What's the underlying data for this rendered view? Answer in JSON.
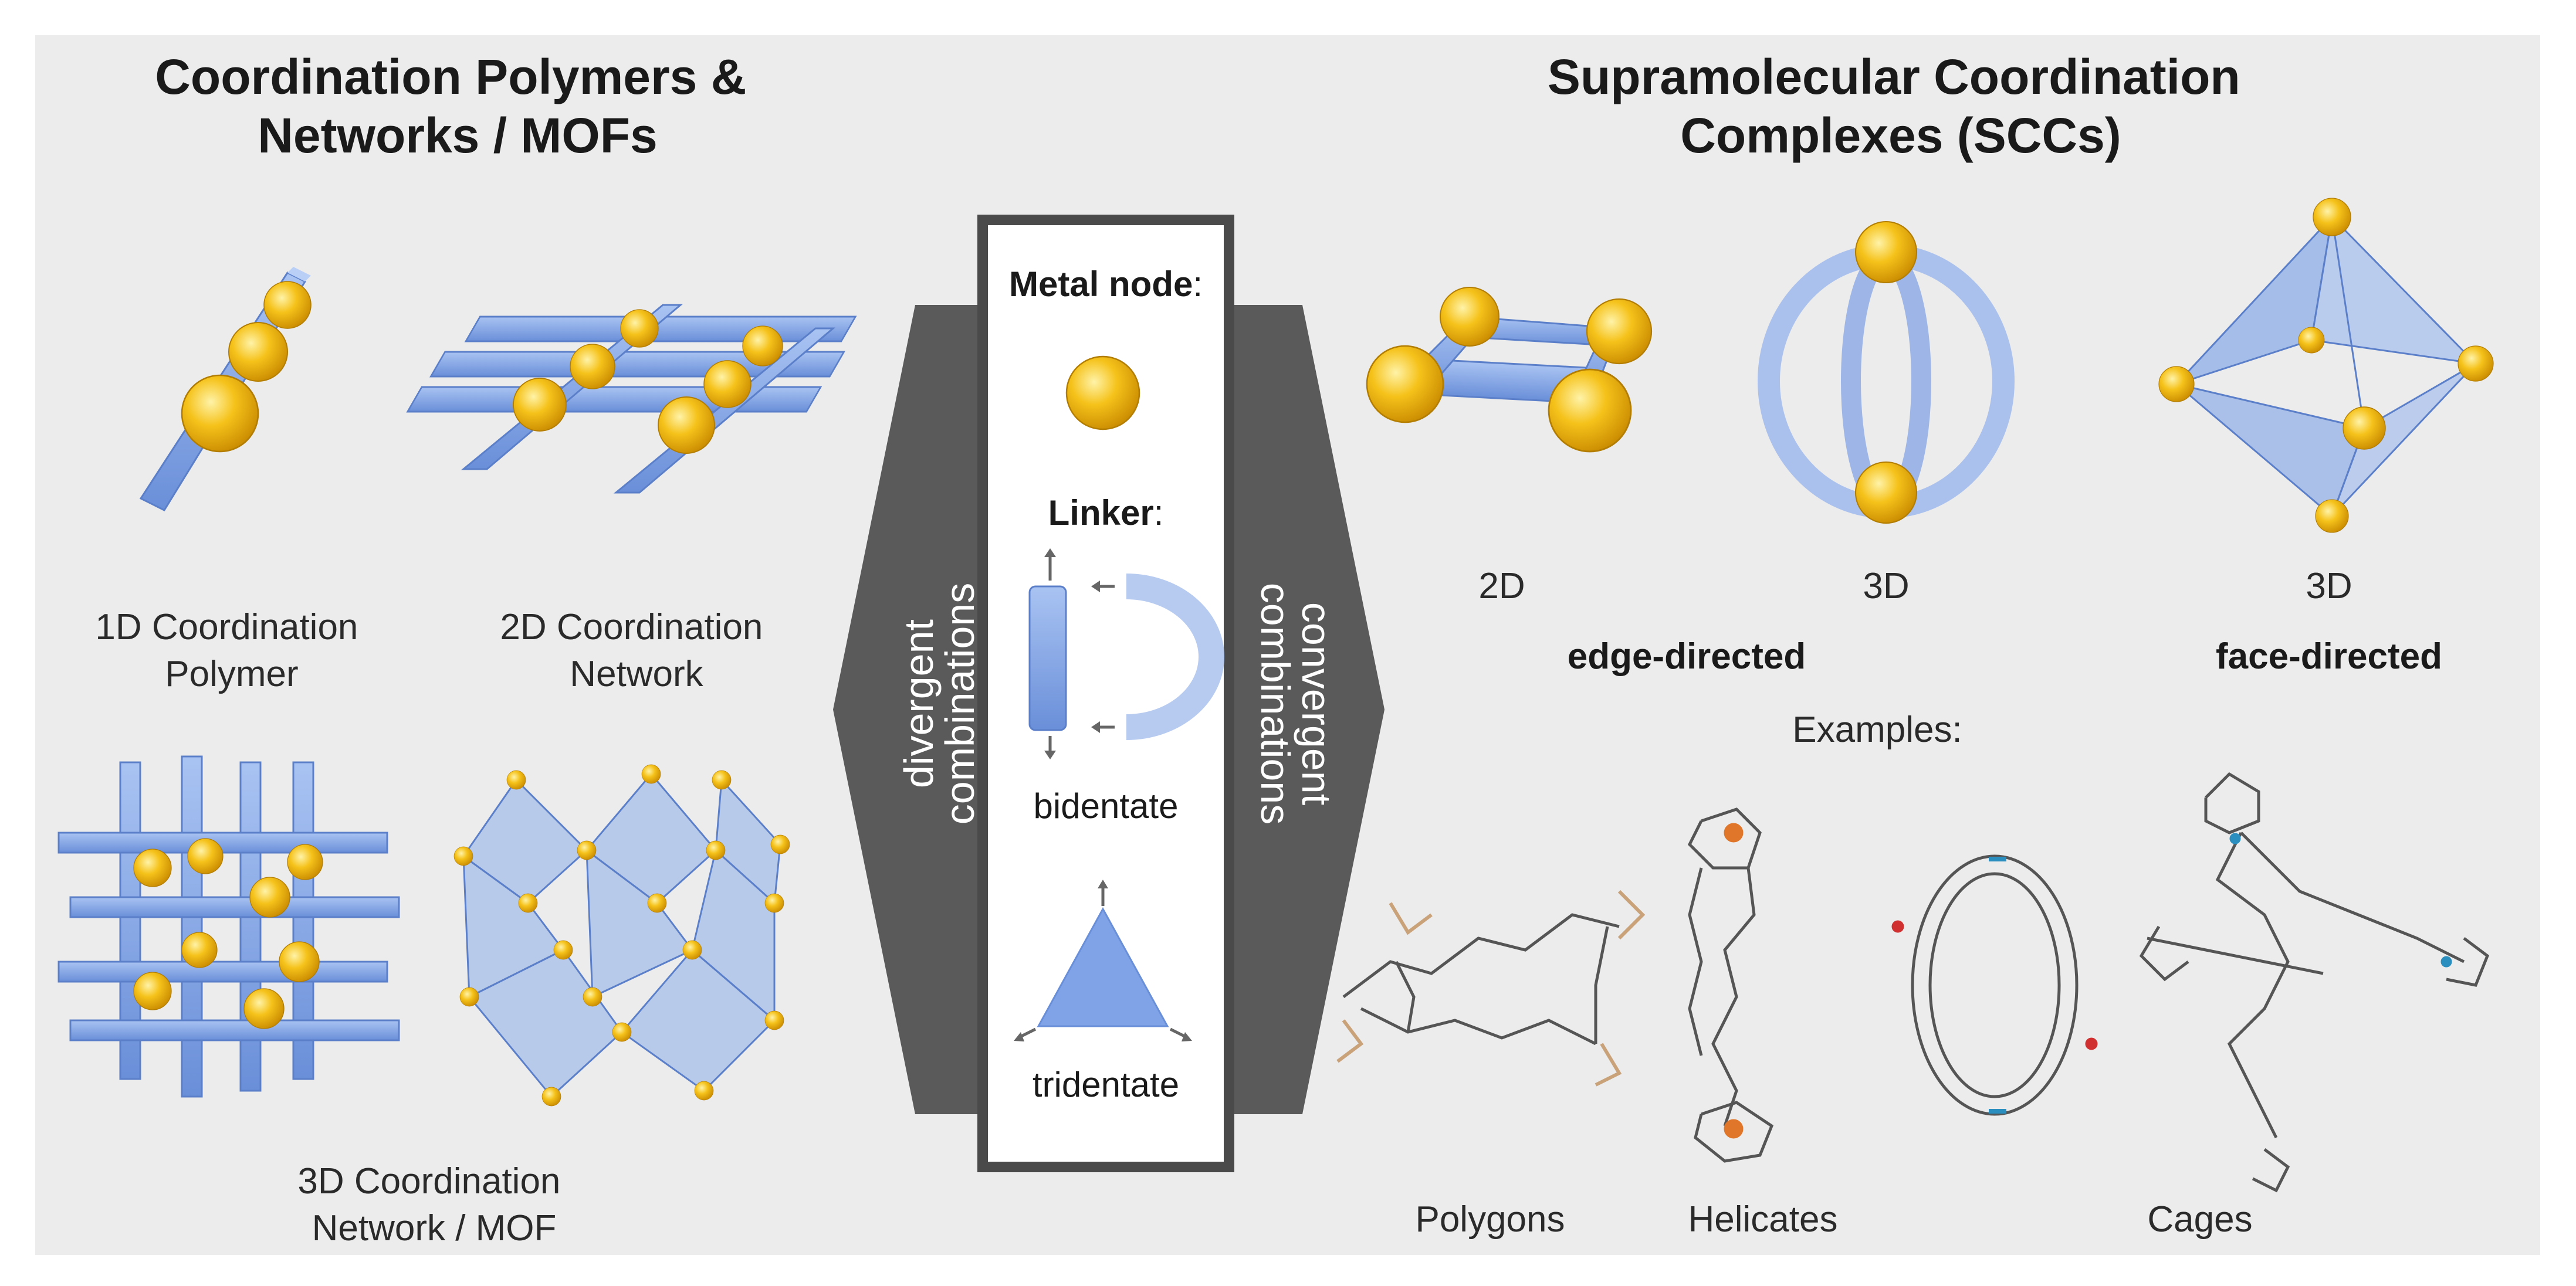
{
  "left_title": [
    "Coordination Polymers &",
    "Networks / MOFs"
  ],
  "right_title": [
    "Supramolecular Coordination",
    "Complexes (SCCs)"
  ],
  "left_labels": {
    "one_d": [
      "1D Coordination",
      "Polymer"
    ],
    "two_d": [
      "2D Coordination",
      "Network"
    ],
    "three_d": [
      "3D Coordination",
      "Network / MOF"
    ]
  },
  "center_box": {
    "metal_node": "Metal node",
    "colon": ":",
    "linker": "Linker",
    "bidentate": "bidentate",
    "tridentate": "tridentate"
  },
  "arrows": {
    "divergent": [
      "divergent",
      "combinations"
    ],
    "convergent": [
      "convergent",
      "combinations"
    ]
  },
  "right_labels": {
    "d2": "2D",
    "d3_edge": "3D",
    "d3_face": "3D",
    "edge_directed": "edge-directed",
    "face_directed": "face-directed",
    "examples": "Examples:",
    "polygons": "Polygons",
    "helicates": "Helicates",
    "cages": "Cages"
  },
  "colors": {
    "metal": "#f5c21a",
    "linker": "#7fa3e6",
    "arrow": "#5a5a5a",
    "box_border": "#4a4a4a",
    "panel": "#ececec"
  }
}
